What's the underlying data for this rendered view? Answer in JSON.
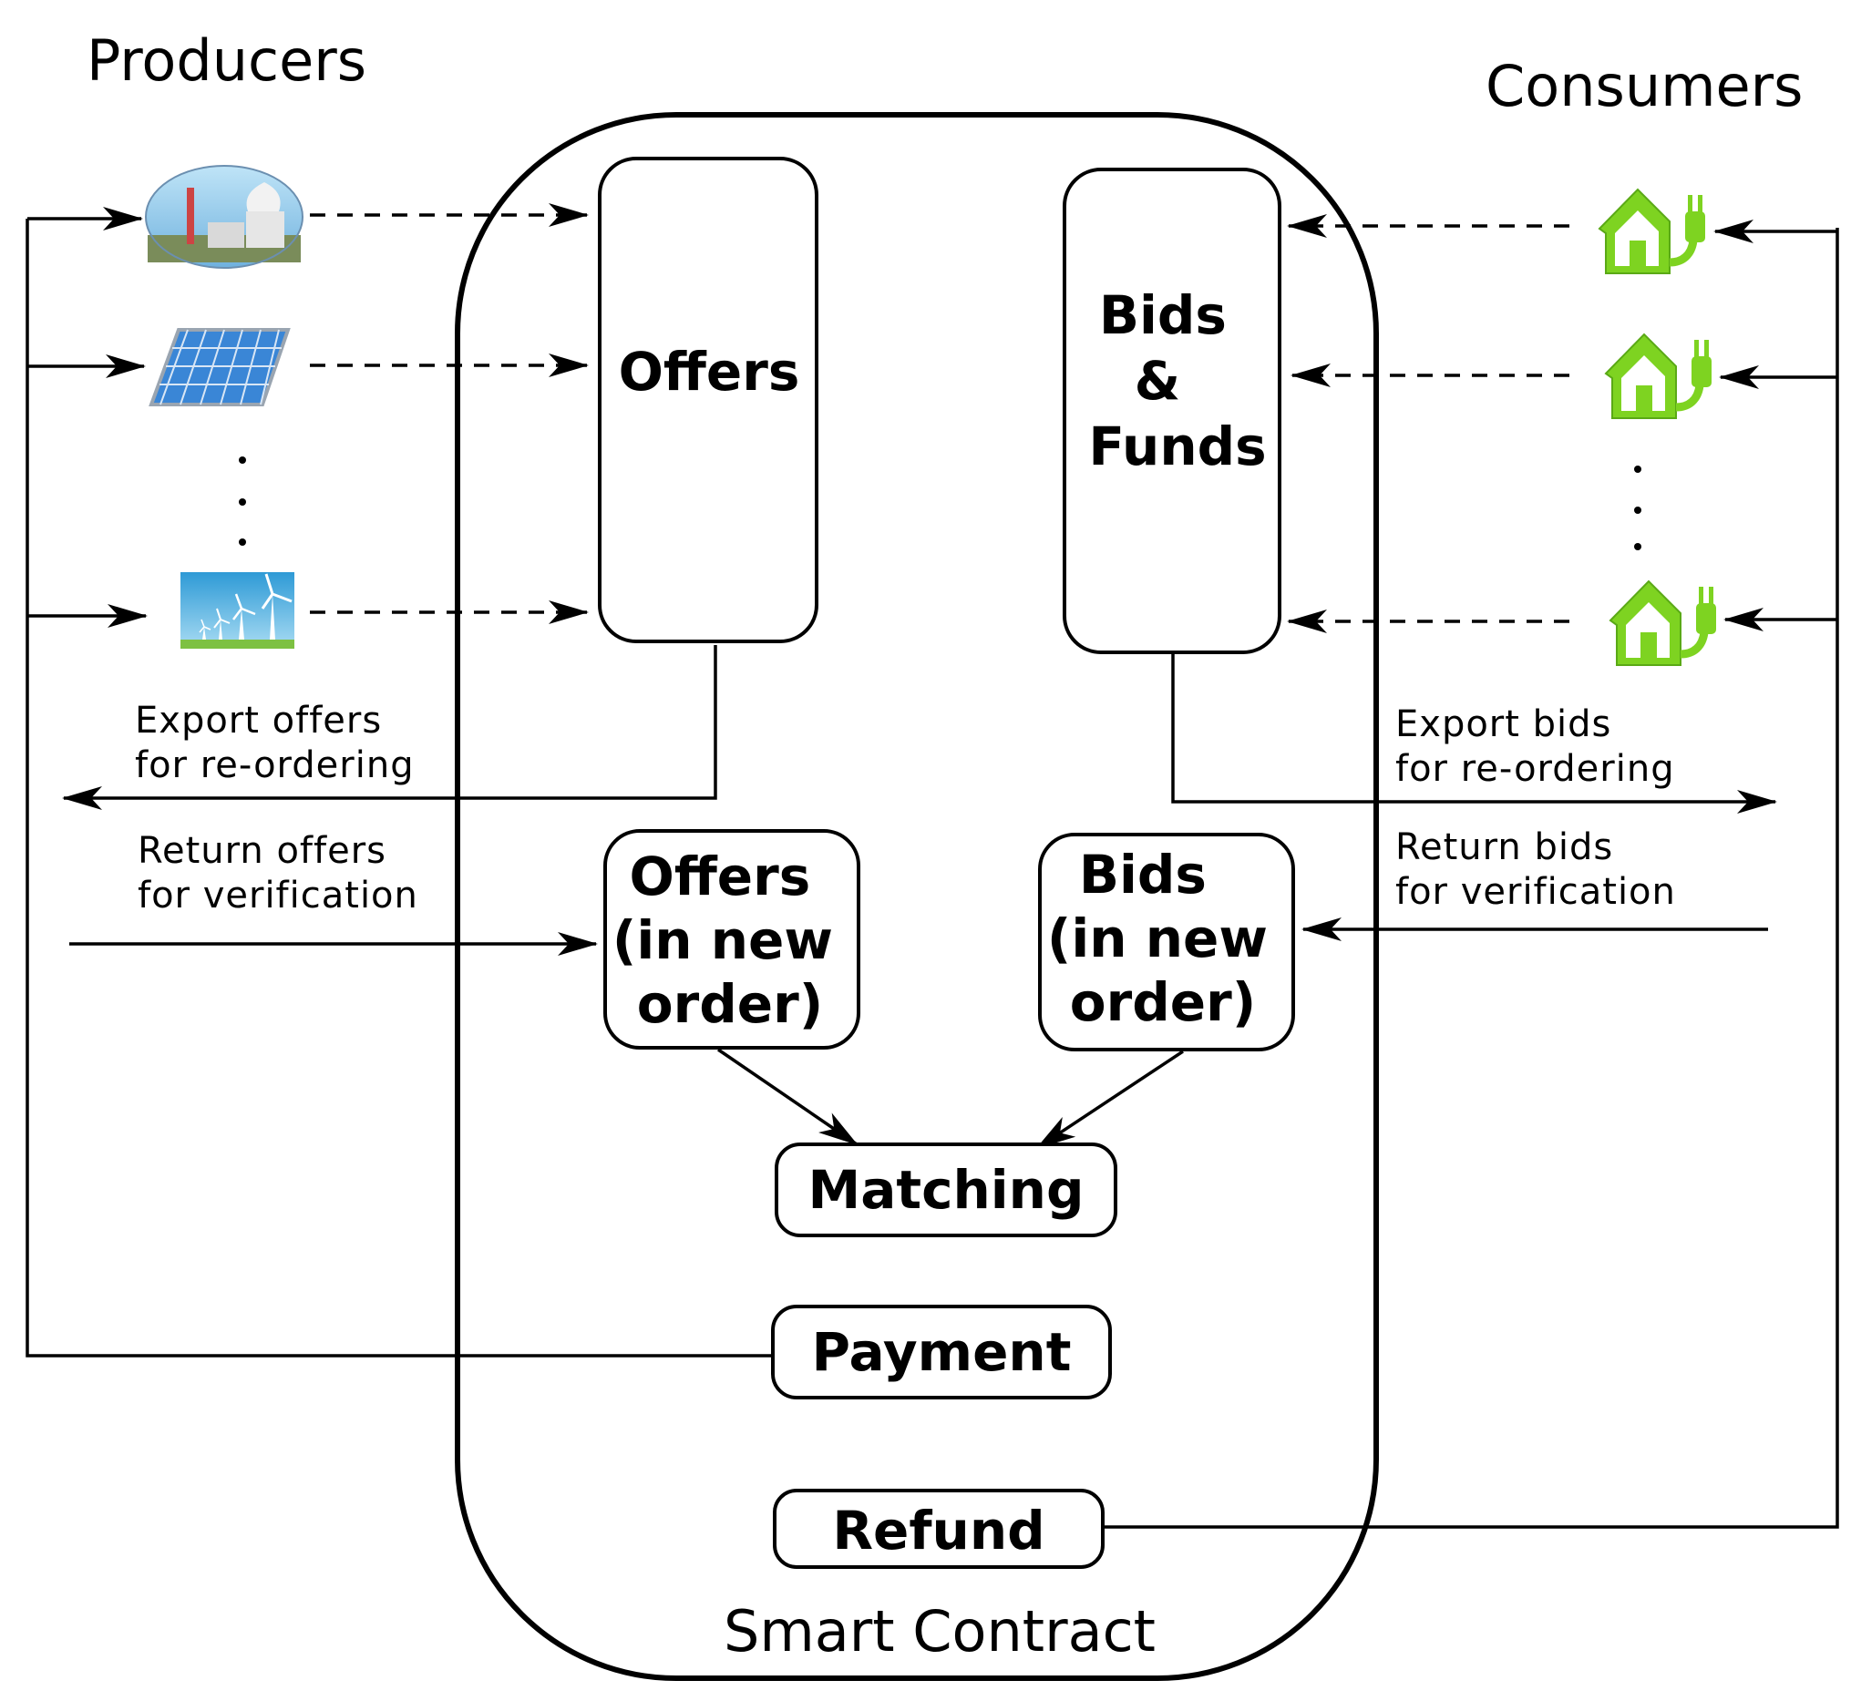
{
  "headings": {
    "producers": "Producers",
    "consumers": "Consumers",
    "smart_contract": "Smart Contract"
  },
  "boxes": {
    "offers": "Offers",
    "bids_funds": [
      "Bids",
      "&",
      "Funds"
    ],
    "offers_new_order": [
      "Offers",
      "(in new",
      "order)"
    ],
    "bids_new_order": [
      "Bids",
      "(in new",
      "order)"
    ],
    "matching": "Matching",
    "payment": "Payment",
    "refund": "Refund"
  },
  "annotations": {
    "export_offers": [
      "Export offers",
      "for re-ordering"
    ],
    "return_offers": [
      "Return offers",
      "for verification"
    ],
    "export_bids": [
      "Export bids",
      "for re-ordering"
    ],
    "return_bids": [
      "Return bids",
      "for verification"
    ]
  },
  "icons": {
    "producers": [
      "power-plant-icon",
      "solar-panel-icon",
      "wind-turbine-icon"
    ],
    "consumers": [
      "smart-home-icon",
      "smart-home-icon",
      "smart-home-icon"
    ]
  },
  "colors": {
    "home_green": "#7ed321",
    "solar_blue": "#3a86d6",
    "sky_blue": "#9fd3f0",
    "grass_green": "#7dc142"
  }
}
